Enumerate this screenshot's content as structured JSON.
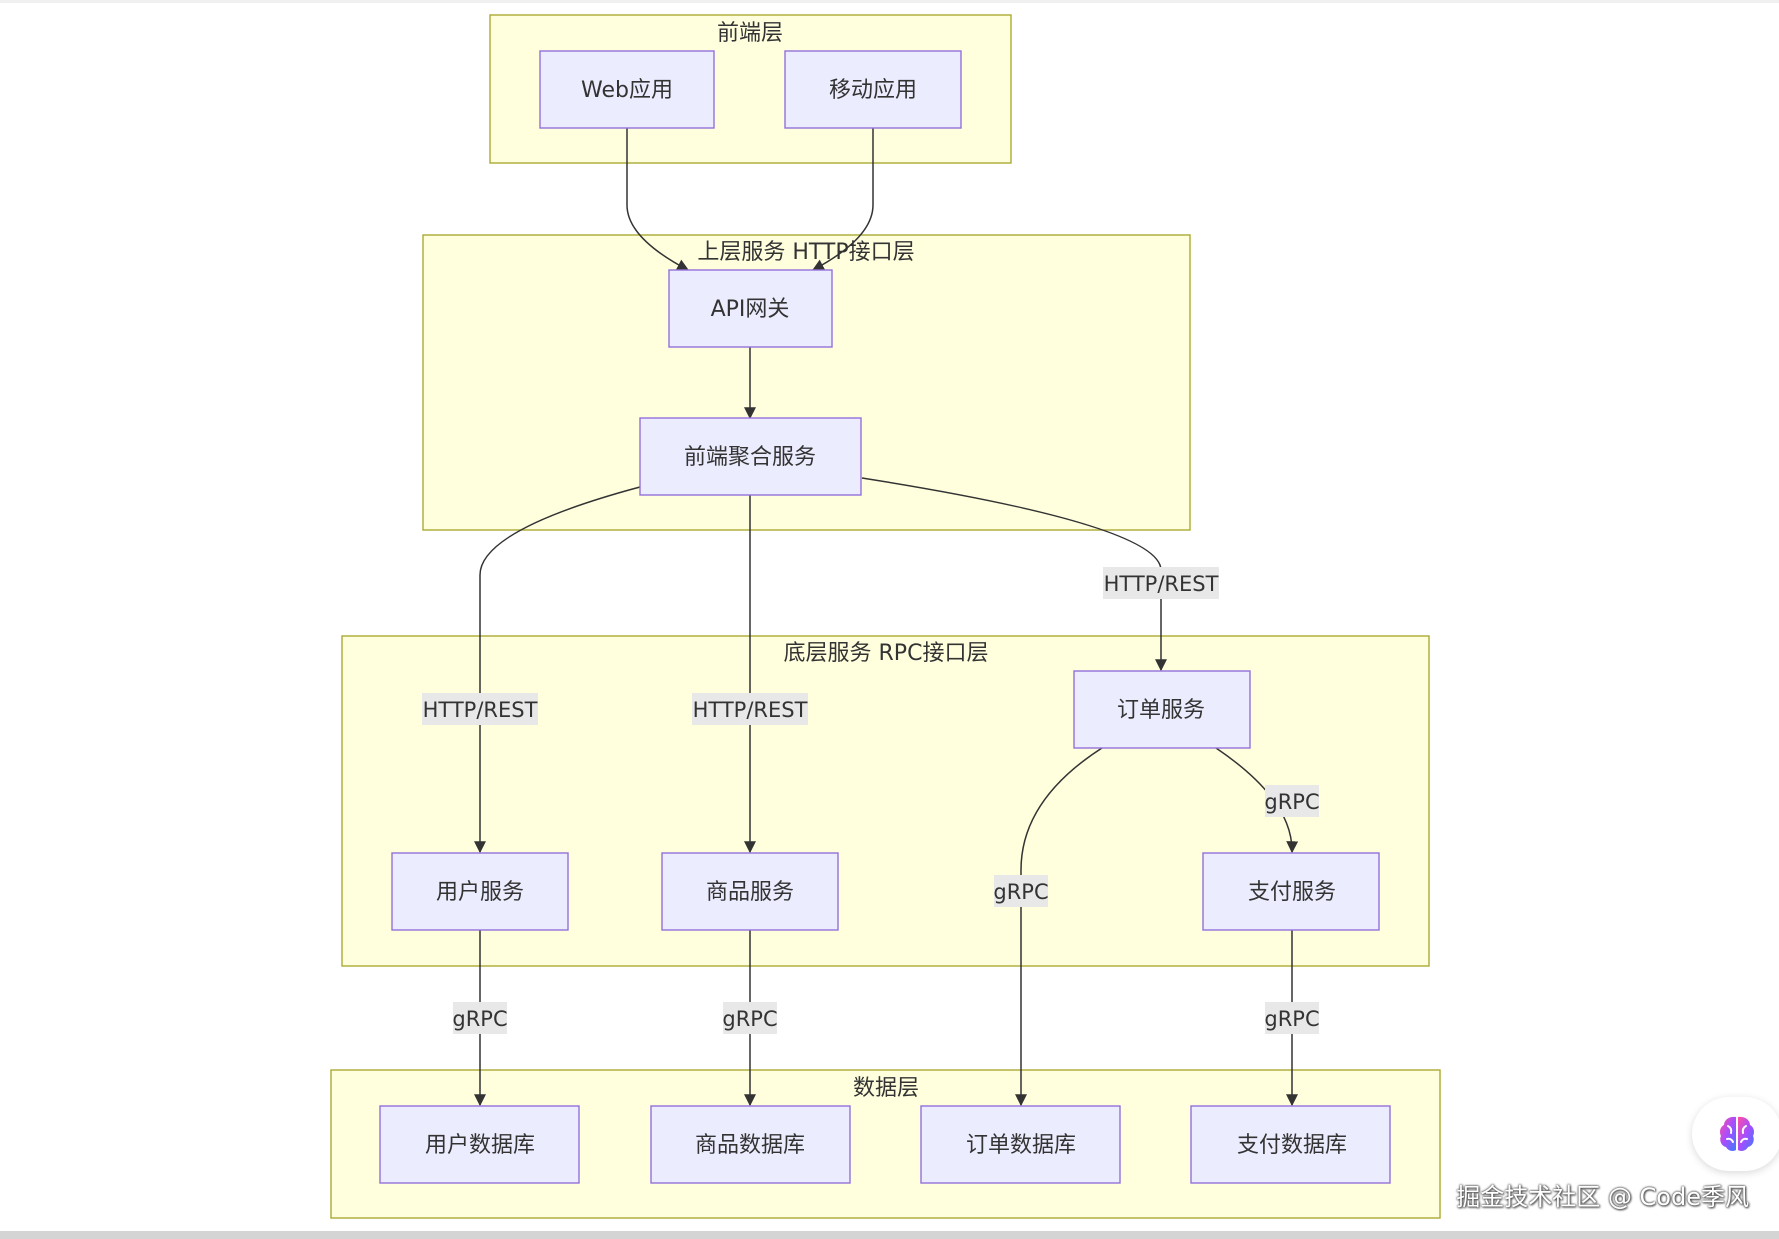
{
  "clusters": {
    "frontend": "前端层",
    "upper": "上层服务 HTTP接口层",
    "lower": "底层服务 RPC接口层",
    "data": "数据层"
  },
  "nodes": {
    "web_app": "Web应用",
    "mobile_app": "移动应用",
    "api_gateway": "API网关",
    "bff": "前端聚合服务",
    "order_service": "订单服务",
    "user_service": "用户服务",
    "product_service": "商品服务",
    "payment_service": "支付服务",
    "user_db": "用户数据库",
    "product_db": "商品数据库",
    "order_db": "订单数据库",
    "payment_db": "支付数据库"
  },
  "edge_labels": {
    "bff_to_order": "HTTP/REST",
    "bff_to_user": "HTTP/REST",
    "bff_to_product": "HTTP/REST",
    "order_to_payment": "gRPC",
    "order_to_order_db": "gRPC",
    "user_to_user_db": "gRPC",
    "product_to_product_db": "gRPC",
    "payment_to_payment_db": "gRPC"
  },
  "watermark": "掘金技术社区 @ Code季风",
  "icons": {
    "assistant": "brain-icon"
  },
  "colors": {
    "cluster_fill": "#ffffde",
    "cluster_stroke": "#aaaa33",
    "node_fill": "#ececff",
    "node_stroke": "#9370db"
  }
}
